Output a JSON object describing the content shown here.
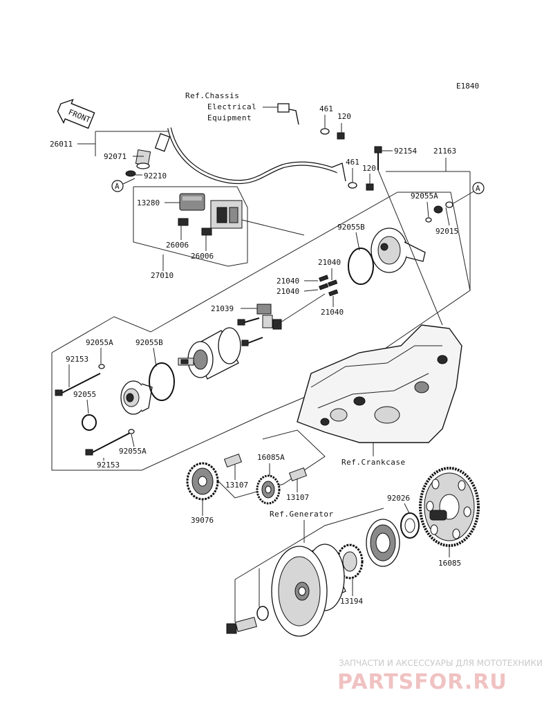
{
  "diagram_code": "E1840",
  "front_marker": "FRONT",
  "references": {
    "chassis_line1": "Ref.Chassis",
    "chassis_line2": "Electrical",
    "chassis_line3": "Equipment",
    "crankcase": "Ref.Crankcase",
    "generator": "Ref.Generator"
  },
  "callout_markers": [
    "A",
    "A"
  ],
  "part_numbers": {
    "p26011": "26011",
    "p92071": "92071",
    "p92210": "92210",
    "p461_a": "461",
    "p120_a": "120",
    "p461_b": "461",
    "p120_b": "120",
    "p92154": "92154",
    "p21163": "21163",
    "p13280": "13280",
    "p26006_a": "26006",
    "p26006_b": "26006",
    "p27010": "27010",
    "p92055A_top": "92055A",
    "p92015": "92015",
    "p92055B_top": "92055B",
    "p21040_a": "21040",
    "p21040_b": "21040",
    "p21040_c": "21040",
    "p21040_d": "21040",
    "p21039": "21039",
    "p92055A_left": "92055A",
    "p92055B_left": "92055B",
    "p92153_top": "92153",
    "p92055": "92055",
    "p92055A_bottom": "92055A",
    "p92153_bottom": "92153",
    "p13107_a": "13107",
    "p16085A": "16085A",
    "p13107_b": "13107",
    "p39076": "39076",
    "p92026": "92026",
    "p16085": "16085",
    "p13194": "13194"
  },
  "watermark": {
    "tagline": "ЗАПЧАСТИ И АКСЕССУАРЫ ДЛЯ МОТОТЕХНИКИ",
    "brand": "PARTSFOR.RU"
  }
}
